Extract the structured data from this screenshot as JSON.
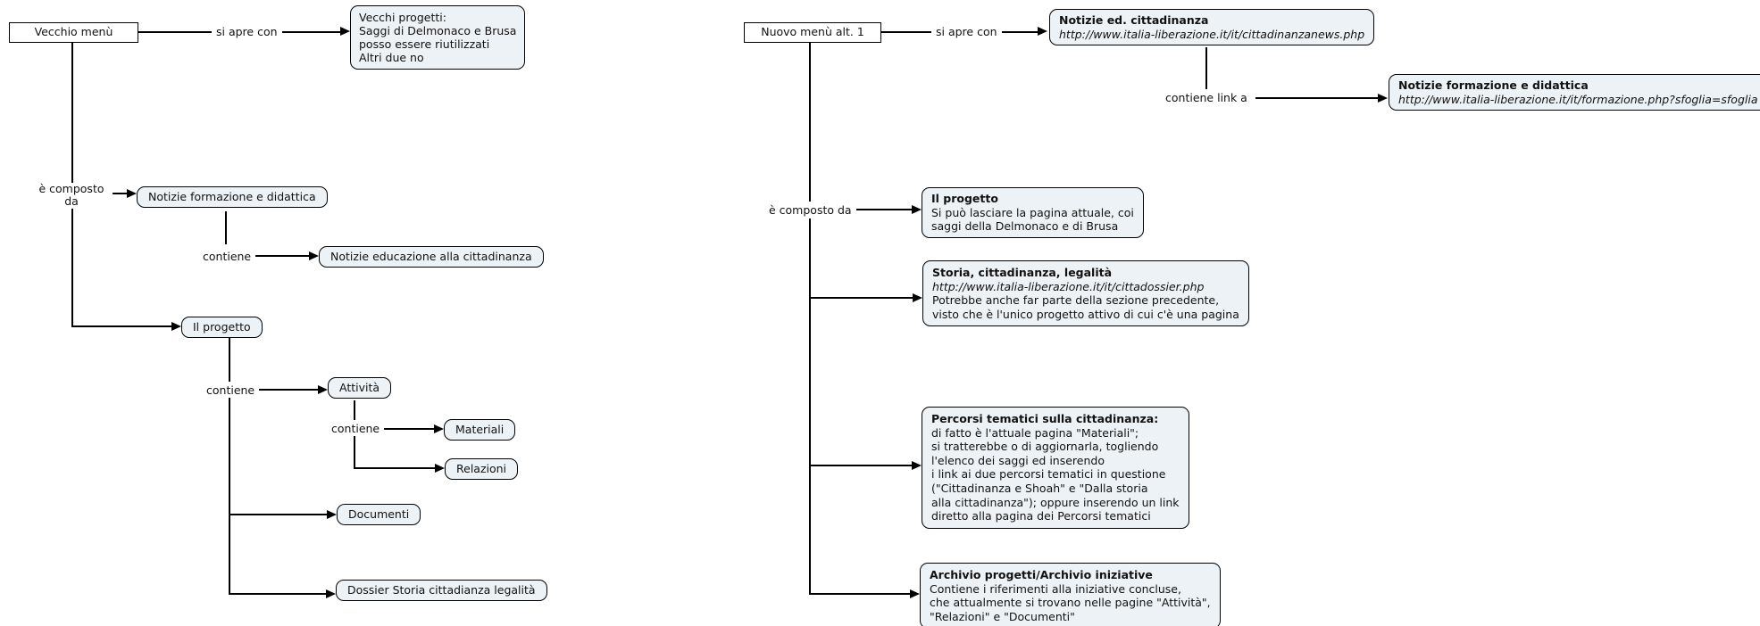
{
  "left": {
    "root_label": "Vecchio menù",
    "edge_opens_with": "si apre con",
    "vecchi_progetti": {
      "lines": [
        "Vecchi progetti:",
        "Saggi di Delmonaco e Brusa",
        "posso essere riutilizzati",
        "Altri due no"
      ]
    },
    "edge_composed_line1": "è composto",
    "edge_composed_line2": "da",
    "node_notizie_formazione": "Notizie formazione e didattica",
    "edge_contains_1": "contiene",
    "node_notizie_educazione": "Notizie educazione alla cittadinanza",
    "node_il_progetto": "Il progetto",
    "edge_contains_2": "contiene",
    "node_attivita": "Attività",
    "edge_contains_3": "contiene",
    "node_materiali": "Materiali",
    "node_relazioni": "Relazioni",
    "node_documenti": "Documenti",
    "node_dossier": "Dossier Storia cittadianza legalità"
  },
  "right": {
    "root_label": "Nuovo menù alt. 1",
    "edge_opens_with": "si apre con",
    "edge_contains_link": "contiene link a",
    "edge_composed": "è composto da",
    "notizie_ed_cittadinanza": {
      "title": "Notizie ed. cittadinanza",
      "url": "http://www.italia-liberazione.it/it/cittadinanzanews.php"
    },
    "notizie_formazione": {
      "title": "Notizie formazione e didattica",
      "url": "http://www.italia-liberazione.it/it/formazione.php?sfoglia=sfoglia"
    },
    "il_progetto": {
      "title": "Il progetto",
      "lines": [
        "Si può lasciare la pagina attuale, coi",
        "saggi della Delmonaco e di Brusa"
      ]
    },
    "storia": {
      "title": "Storia, cittadinanza, legalità",
      "url": "http://www.italia-liberazione.it/it/cittadossier.php",
      "lines": [
        "Potrebbe anche far parte della sezione precedente,",
        "visto che è l'unico progetto attivo di cui c'è una pagina"
      ]
    },
    "percorsi": {
      "title": "Percorsi tematici sulla cittadinanza:",
      "lines": [
        "di fatto è l'attuale pagina \"Materiali\";",
        "si tratterebbe o di aggiornarla, togliendo",
        "l'elenco dei saggi ed inserendo",
        "i link ai due percorsi tematici in questione",
        "(\"Cittadinanza e Shoah\" e \"Dalla storia",
        "alla cittadinanza\"); oppure inserendo un link",
        "diretto alla pagina dei Percorsi tematici"
      ]
    },
    "archivio": {
      "title": "Archivio progetti/Archivio iniziative",
      "lines": [
        "Contiene i riferimenti alla iniziative concluse,",
        "che attualmente si trovano nelle pagine \"Attività\",",
        "\"Relazioni\" e \"Documenti\""
      ]
    }
  },
  "colors": {
    "node_fill": "#edf2f6",
    "line": "#000000",
    "background": "#ffffff"
  }
}
